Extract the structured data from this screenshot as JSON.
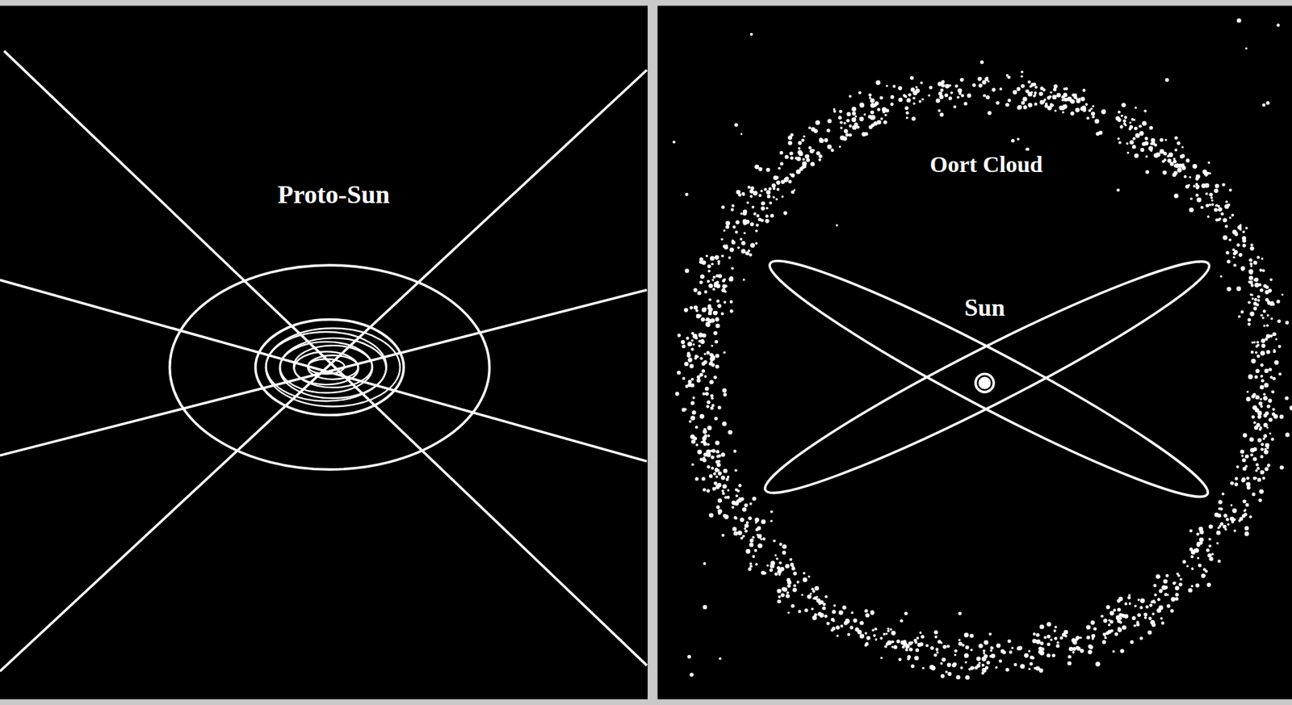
{
  "diagram": {
    "labels": [
      "Proto-Sun",
      "Oort Cloud",
      "Sun"
    ]
  }
}
